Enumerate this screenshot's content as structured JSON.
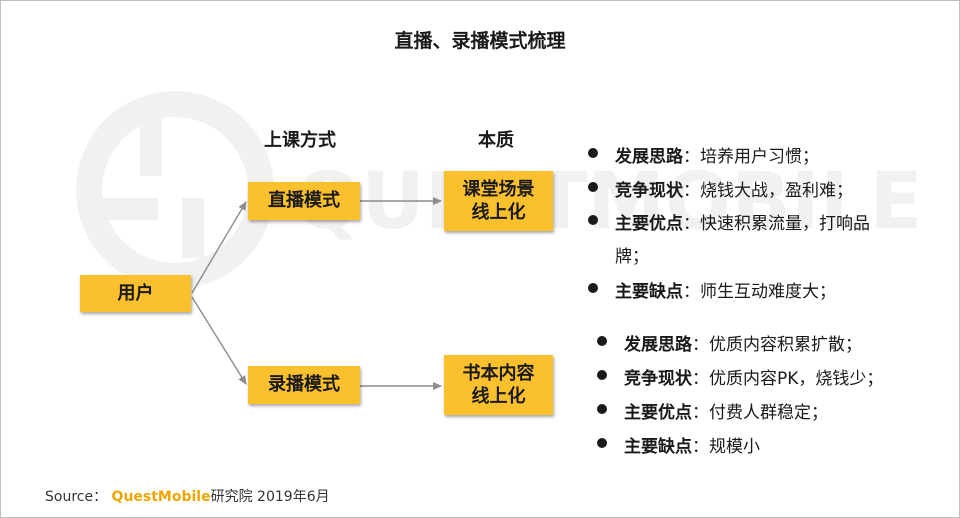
{
  "title": "直播、录播模式梳理",
  "watermark": "QUESTMOBILE",
  "columns": {
    "method": "上课方式",
    "essence": "本质"
  },
  "user_box": "用户",
  "live": {
    "mode": "直播模式",
    "essence_line1": "课堂场景",
    "essence_line2": "线上化",
    "bullets": [
      {
        "key": "发展思路",
        "sep": "：",
        "text": "培养用户习惯；"
      },
      {
        "key": "竞争现状",
        "sep": "：",
        "text": "烧钱大战，盈利难；"
      },
      {
        "key": "主要优点",
        "sep": "：",
        "text": "快速积累流量，打响品",
        "cont": "牌；"
      },
      {
        "key": "主要缺点",
        "sep": "：",
        "text": "师生互动难度大；"
      }
    ]
  },
  "recorded": {
    "mode": "录播模式",
    "essence_line1": "书本内容",
    "essence_line2": "线上化",
    "bullets": [
      {
        "key": "发展思路",
        "sep": "：",
        "text": "优质内容积累扩散；"
      },
      {
        "key": "竞争现状",
        "sep": "：",
        "text": "优质内容PK，烧钱少；"
      },
      {
        "key": "主要优点",
        "sep": "：",
        "text": "付费人群稳定；"
      },
      {
        "key": "主要缺点",
        "sep": "：",
        "text": "规模小"
      }
    ]
  },
  "source": {
    "label": "Source：",
    "brand": "QuestMobile",
    "rest": "研究院 2019年6月"
  },
  "colors": {
    "box": "#fbc02d",
    "brand": "#f0a500",
    "arrow": "#8c8c8c",
    "watermark": "#f3f3f3"
  }
}
